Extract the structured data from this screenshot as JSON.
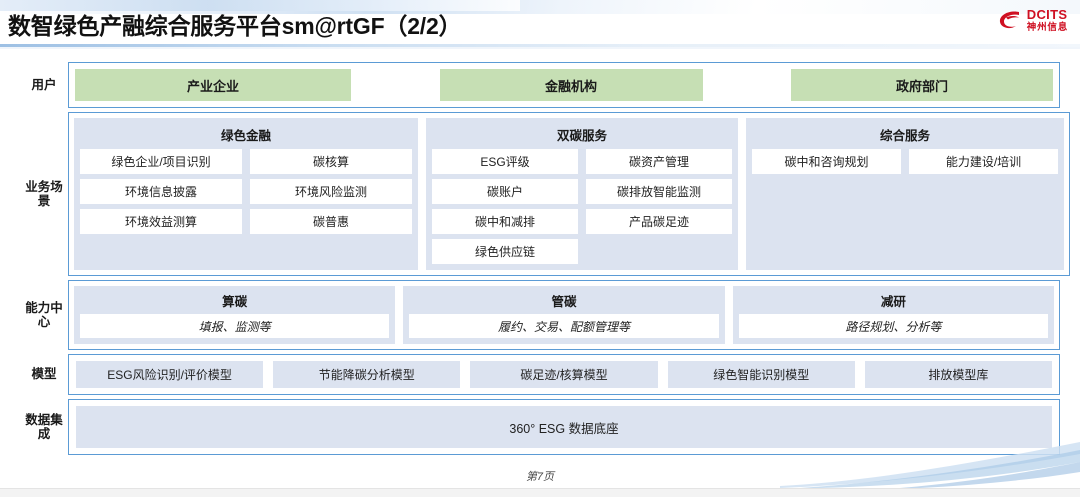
{
  "header": {
    "title": "数智绿色产融综合服务平台sm@rtGF（2/2）",
    "logo_en": "DCITS",
    "logo_cn": "神州信息"
  },
  "colors": {
    "user_green": "#c6dfb4",
    "panel_blue": "#dce3f0",
    "border_blue": "#5b9bd5",
    "logo_red": "#cf1022"
  },
  "rows": {
    "users": {
      "label": "用户",
      "items": [
        "产业企业",
        "金融机构",
        "政府部门"
      ]
    },
    "scenario": {
      "label": "业务场景",
      "groups": [
        {
          "title": "绿色金融",
          "items": [
            "绿色企业/项目识别",
            "碳核算",
            "环境信息披露",
            "环境风险监测",
            "环境效益测算",
            "碳普惠"
          ]
        },
        {
          "title": "双碳服务",
          "items": [
            "ESG评级",
            "碳资产管理",
            "碳账户",
            "碳排放智能监测",
            "碳中和减排",
            "产品碳足迹",
            "绿色供应链"
          ]
        },
        {
          "title": "综合服务",
          "items": [
            "碳中和咨询规划",
            "能力建设/培训"
          ]
        }
      ]
    },
    "capability": {
      "label": "能力中心",
      "groups": [
        {
          "title": "算碳",
          "desc": "填报、监测等"
        },
        {
          "title": "管碳",
          "desc": "履约、交易、配额管理等"
        },
        {
          "title": "减研",
          "desc": "路径规划、分析等"
        }
      ]
    },
    "model": {
      "label": "模型",
      "items": [
        "ESG风险识别/评价模型",
        "节能降碳分析模型",
        "碳足迹/核算模型",
        "绿色智能识别模型",
        "排放模型库"
      ]
    },
    "data": {
      "label": "数据集成",
      "items": [
        "360° ESG 数据底座"
      ]
    }
  },
  "footer": {
    "page": "第7页"
  }
}
